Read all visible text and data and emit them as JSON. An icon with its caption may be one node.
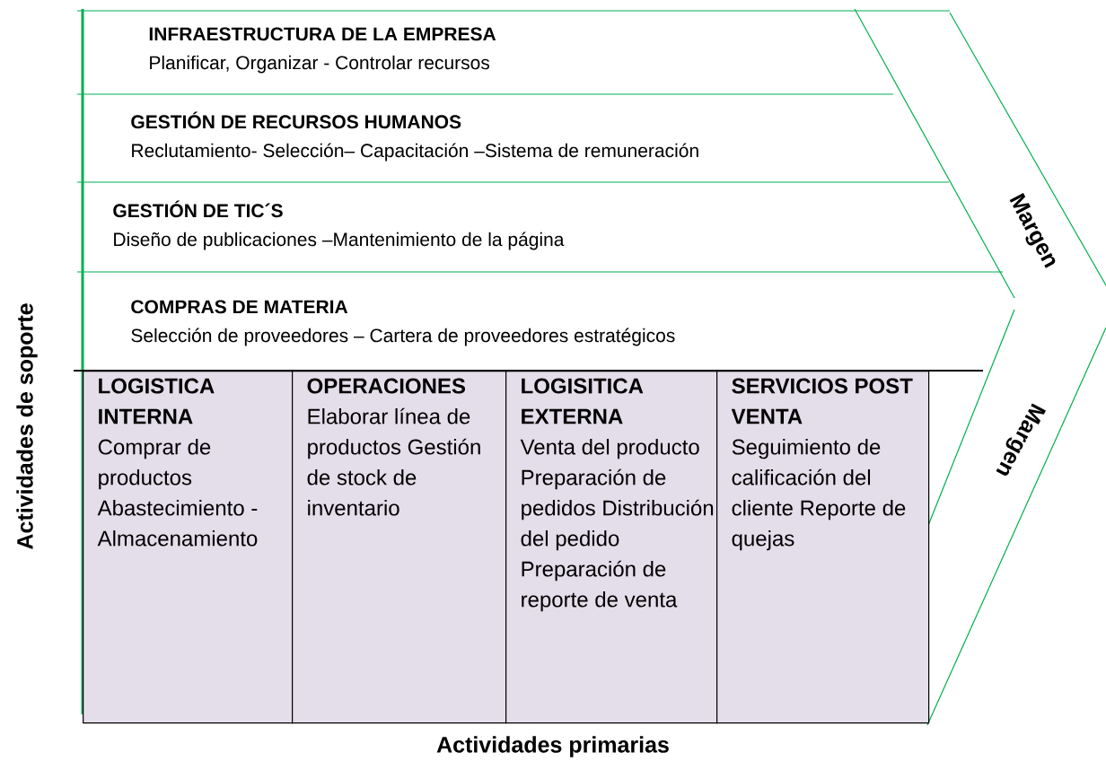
{
  "diagram": {
    "nodes": [
      {
        "text": [
          "INFRAESTRUCTURA DE LA EMPRESA",
          "Planificar, Organizar - Controlar recursos"
        ]
      },
      {
        "text": [
          "GESTIÓN DE RECURSOS HUMANOS",
          "Reclutamiento- Selección– Capacitación –Sistema de remuneración"
        ]
      },
      {
        "text": [
          "GESTIÓN DE TIC´S",
          "Diseño de publicaciones –Mantenimiento de la página"
        ]
      },
      {
        "text": [
          "COMPRAS DE MATERIA",
          "Selección de proveedores – Cartera de proveedores estratégicos"
        ]
      },
      {
        "text": [
          "LOGISTICA INTERNA",
          "Comprar de productos Abastecimiento - Almacenamiento"
        ]
      },
      {
        "text": [
          "OPERACIONES",
          "Elaborar línea de productos Gestión de stock de inventario"
        ]
      },
      {
        "text": [
          "LOGISITICA EXTERNA",
          "Venta del producto Preparación de pedidos Distribución del pedido Preparación de reporte de venta"
        ]
      },
      {
        "text": [
          "SERVICIOS POST VENTA",
          "Seguimiento de calificación del cliente Reporte de quejas"
        ]
      }
    ],
    "labels": [
      "Margen",
      "Actividades de soporte",
      "Margen",
      "Actividades primarias"
    ]
  }
}
